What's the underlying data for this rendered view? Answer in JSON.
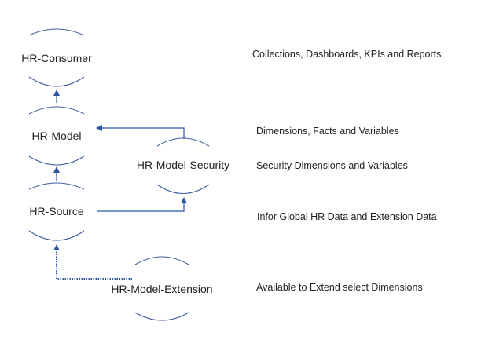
{
  "nodes": {
    "consumer": "HR-Consumer",
    "model": "HR-Model",
    "security": "HR-Model-Security",
    "source": "HR-Source",
    "extension": "HR-Model-Extension"
  },
  "descriptions": {
    "consumer": "Collections, Dashboards, KPIs and Reports",
    "model": "Dimensions, Facts and Variables",
    "security": "Security Dimensions and Variables",
    "source": "Infor Global HR Data and Extension Data",
    "extension": "Available to Extend select Dimensions"
  },
  "colors": {
    "connector": "#2f55a0",
    "shape_outline": "#3f5f9f",
    "text": "#222222"
  }
}
